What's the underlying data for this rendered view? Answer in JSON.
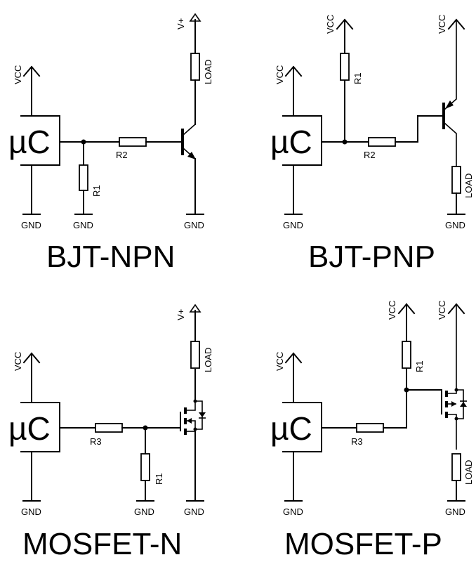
{
  "labels": {
    "vcc": "VCC",
    "gnd": "GND",
    "vplus": "V+",
    "load": "LOAD",
    "r1": "R1",
    "r2": "R2",
    "r3": "R3",
    "uc": "µC"
  },
  "titles": {
    "bjt_npn": "BJT-NPN",
    "bjt_pnp": "BJT-PNP",
    "mosfet_n": "MOSFET-N",
    "mosfet_p": "MOSFET-P"
  }
}
